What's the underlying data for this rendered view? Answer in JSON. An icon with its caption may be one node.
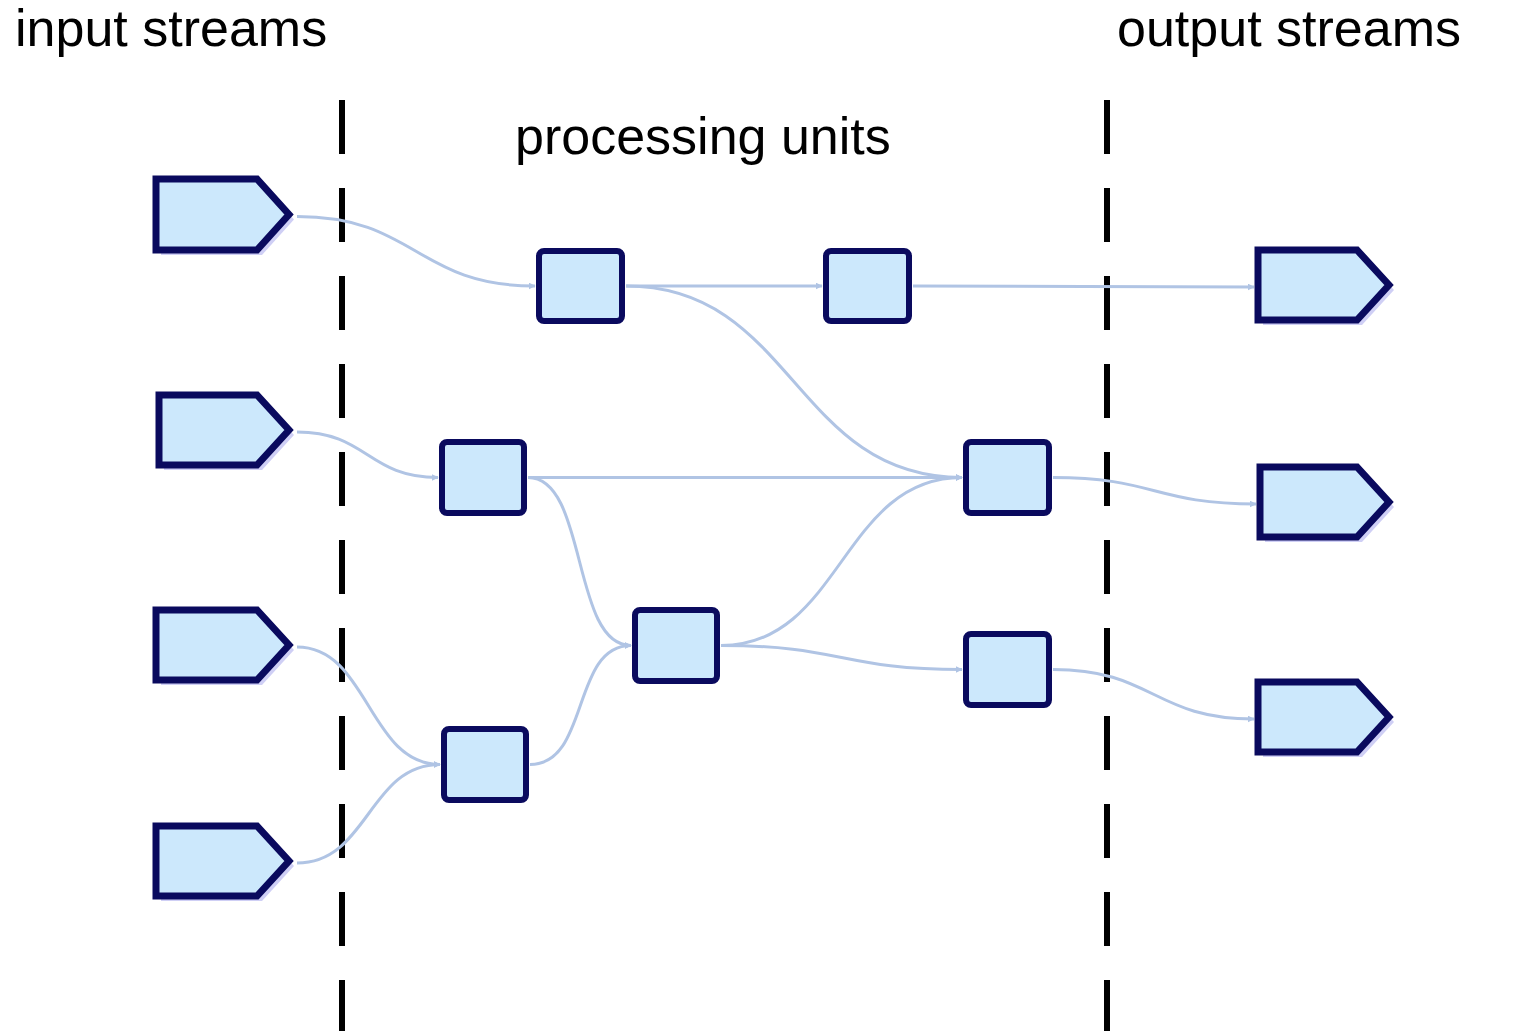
{
  "diagram": {
    "nodes": [
      {
        "text": [],
        "shape": "pentagon"
      },
      {
        "text": [],
        "shape": "pentagon"
      },
      {
        "text": [],
        "shape": "pentagon"
      },
      {
        "text": [],
        "shape": "pentagon"
      },
      {
        "text": [],
        "shape": "box"
      },
      {
        "text": [],
        "shape": "box"
      },
      {
        "text": [],
        "shape": "box"
      },
      {
        "text": [],
        "shape": "box"
      },
      {
        "text": [],
        "shape": "box"
      },
      {
        "text": [],
        "shape": "box"
      },
      {
        "text": [],
        "shape": "box"
      },
      {
        "text": [],
        "shape": "pentagon"
      },
      {
        "text": [],
        "shape": "pentagon"
      },
      {
        "text": [],
        "shape": "pentagon"
      }
    ],
    "edges": [
      {
        "from": 0,
        "to": 4,
        "arrow": "to"
      },
      {
        "from": 4,
        "to": 5,
        "arrow": "to"
      },
      {
        "from": 5,
        "to": 11,
        "arrow": "to"
      },
      {
        "from": 4,
        "to": 7,
        "arrow": "to"
      },
      {
        "from": 1,
        "to": 6,
        "arrow": "to"
      },
      {
        "from": 6,
        "to": 7,
        "arrow": "to"
      },
      {
        "from": 6,
        "to": 8,
        "arrow": "to"
      },
      {
        "from": 8,
        "to": 7,
        "arrow": "to"
      },
      {
        "from": 8,
        "to": 10,
        "arrow": "to"
      },
      {
        "from": 7,
        "to": 12,
        "arrow": "to"
      },
      {
        "from": 10,
        "to": 13,
        "arrow": "to"
      },
      {
        "from": 2,
        "to": 9,
        "arrow": "to"
      },
      {
        "from": 3,
        "to": 9,
        "arrow": "to"
      },
      {
        "from": 9,
        "to": 8,
        "arrow": "to"
      }
    ],
    "labels": [
      "input streams",
      "processing units",
      "output streams"
    ]
  }
}
